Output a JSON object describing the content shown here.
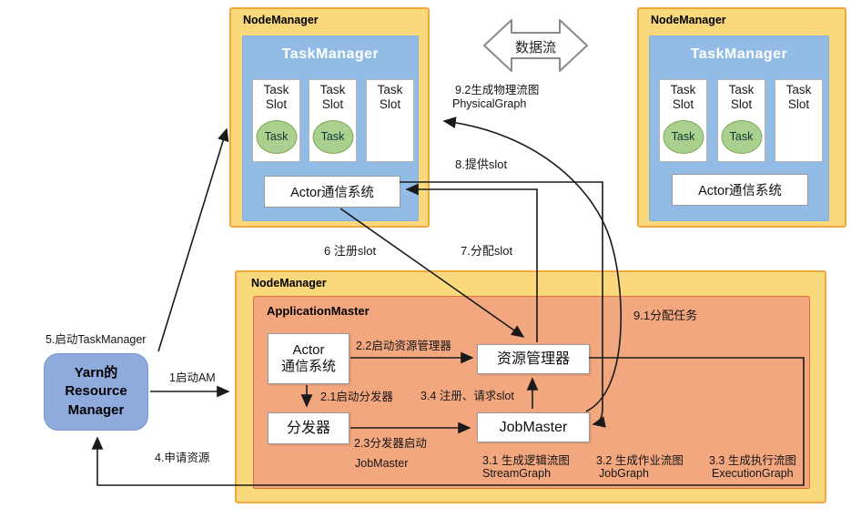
{
  "colors": {
    "nodemanager_fill": "#FAD87C",
    "nodemanager_border": "#F0A83E",
    "taskmanager_fill": "#92BCE5",
    "task_circle_fill": "#A9D08E",
    "task_circle_border": "#7EA757",
    "application_master_fill": "#F3A77F",
    "application_master_border": "#E0733A",
    "yarn_fill": "#8FAADC",
    "arrow_color": "#1a1a1a"
  },
  "nm_left": {
    "title": "NodeManager",
    "tm_title": "TaskManager",
    "slots": [
      {
        "l1": "Task",
        "l2": "Slot",
        "task": "Task"
      },
      {
        "l1": "Task",
        "l2": "Slot",
        "task": "Task"
      },
      {
        "l1": "Task",
        "l2": "Slot"
      }
    ],
    "actor": "Actor通信系统"
  },
  "nm_right": {
    "title": "NodeManager",
    "tm_title": "TaskManager",
    "slots": [
      {
        "l1": "Task",
        "l2": "Slot",
        "task": "Task"
      },
      {
        "l1": "Task",
        "l2": "Slot",
        "task": "Task"
      },
      {
        "l1": "Task",
        "l2": "Slot"
      }
    ],
    "actor": "Actor通信系统"
  },
  "nm_bottom": {
    "title": "NodeManager",
    "am": {
      "title": "ApplicationMaster",
      "actor_l1": "Actor",
      "actor_l2": "通信系统",
      "dispatcher": "分发器",
      "resource_manager": "资源管理器",
      "job_master": "JobMaster"
    }
  },
  "yarn": {
    "l1": "Yarn的",
    "l2": "Resource",
    "l3": "Manager"
  },
  "labels": {
    "dataflow": "数据流",
    "l5": "5.启动TaskManager",
    "l1": "1启动AM",
    "l4": "4.申请资源",
    "l22": "2.2启动资源管理器",
    "l21": "2.1启动分发器",
    "l23a": "2.3分发器启动",
    "l23b": "JobMaster",
    "l34": "3.4 注册、请求slot",
    "l6": "6 注册slot",
    "l7": "7.分配slot",
    "l8": "8.提供slot",
    "l92a": "9.2生成物理流图",
    "l92b": "PhysicalGraph",
    "l91": "9.1分配任务",
    "l31a": "3.1 生成逻辑流图",
    "l31b": "StreamGraph",
    "l32a": "3.2 生成作业流图",
    "l32b": "JobGraph",
    "l33a": "3.3 生成执行流图",
    "l33b": "ExecutionGraph"
  }
}
